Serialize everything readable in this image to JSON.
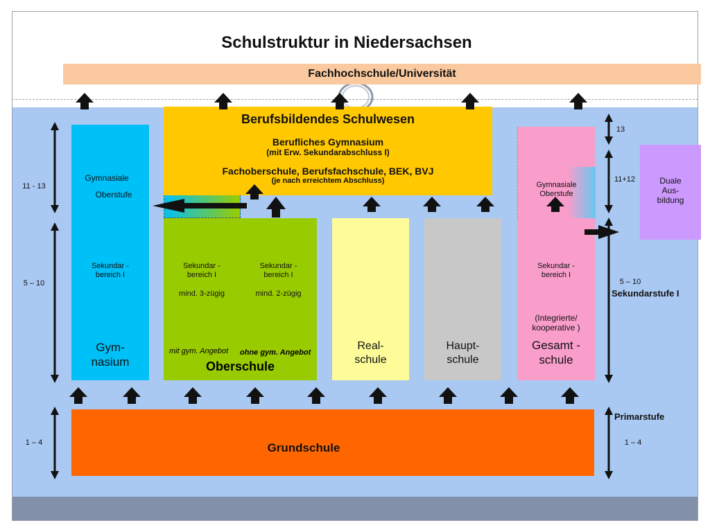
{
  "title": "Schulstruktur in Niedersachsen",
  "top_bar": "Fachhochschule/Universität",
  "berufsbildend": {
    "heading": "Berufsbildendes Schulwesen",
    "line1": "Berufliches Gymnasium",
    "line2": "(mit Erw. Sekundarabschluss I)",
    "line3": "Fachoberschule, Berufsfachschule, BEK, BVJ",
    "line4": "(je nach erreichtem Abschluss)"
  },
  "gym_oberstufe": {
    "line1": "Gymnasiale",
    "line2": "Oberstufe"
  },
  "gesamt_oberstufe": {
    "line1": "Gymnasiale",
    "line2": "Oberstufe"
  },
  "duale": {
    "line1": "Duale",
    "line2": "Aus-",
    "line3": "bildung"
  },
  "gymnasium": {
    "sek": "Sekundar -",
    "sek2": "bereich I",
    "name1": "Gym-",
    "name2": "nasium"
  },
  "oberschule": {
    "left_sek": "Sekundar -",
    "left_sek2": "bereich I",
    "left_min": "mind. 3-zügig",
    "right_sek": "Sekundar -",
    "right_sek2": "bereich I",
    "right_min": "mind. 2-zügig",
    "left_note": "mit gym. Angebot",
    "right_note": "ohne gym. Angebot",
    "name": "Oberschule"
  },
  "realschule": {
    "name1": "Real-",
    "name2": "schule"
  },
  "hauptschule": {
    "name1": "Haupt-",
    "name2": "schule"
  },
  "gesamtschule": {
    "sek": "Sekundar -",
    "sek2": "bereich I",
    "type1": "(Integrierte/",
    "type2": "kooperative )",
    "name1": "Gesamt -",
    "name2": "schule"
  },
  "grundschule": "Grundschule",
  "left_labels": {
    "upper": "11 -  13",
    "middle": "5 – 10",
    "lower": "1 – 4"
  },
  "right_labels": {
    "y13": "13",
    "y1112": "11+12",
    "mid": "5 – 10",
    "mid_name": "Sekundarstufe I",
    "primar": "Primarstufe",
    "lower": "1 – 4"
  },
  "colors": {
    "background": "#a9c8f2",
    "fachhochschule": "#fbc99f",
    "berufsbildend": "#ffc800",
    "gymnasium": "#00c0f8",
    "oberschule": "#99cc00",
    "realschule": "#fdfc98",
    "hauptschule": "#c8c8c8",
    "gesamtschule": "#f99dcb",
    "duale": "#cc99ff",
    "grundschule": "#ff6600",
    "arrow": "#111111"
  }
}
